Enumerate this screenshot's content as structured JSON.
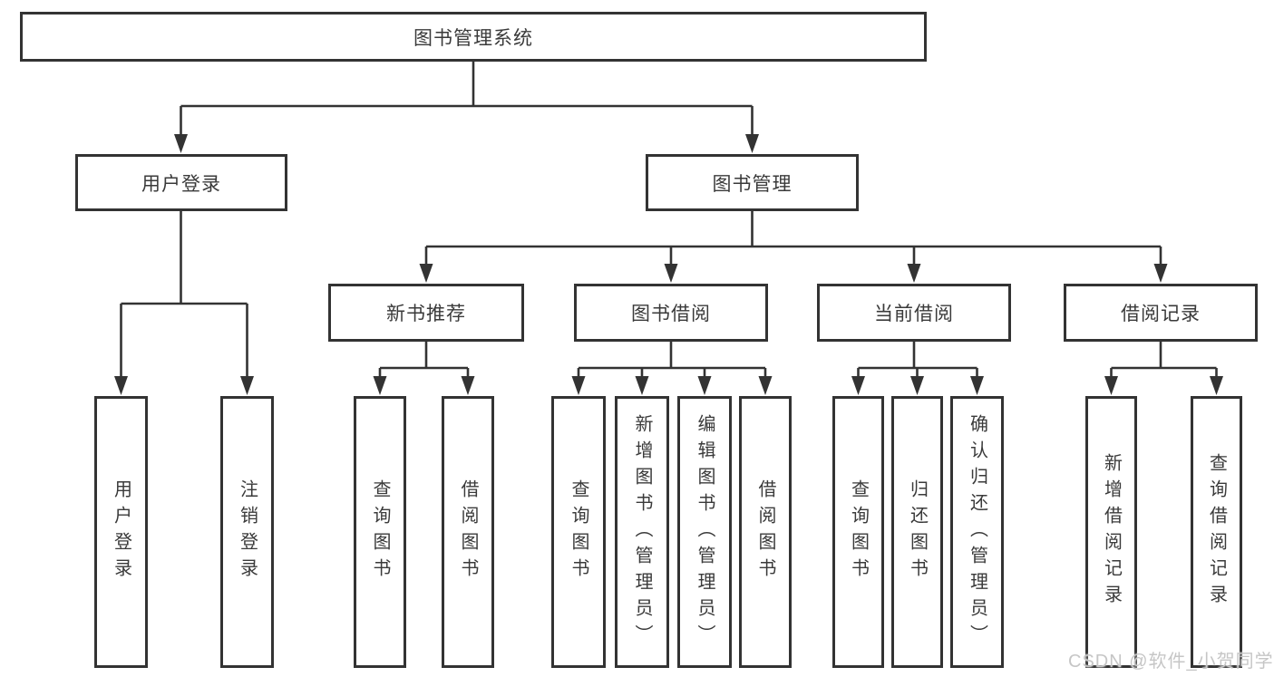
{
  "diagram_type": "hierarchy-tree",
  "tree": {
    "label": "图书管理系统",
    "children": [
      {
        "label": "用户登录",
        "children": [
          {
            "label": "用户登录"
          },
          {
            "label": "注销登录"
          }
        ]
      },
      {
        "label": "图书管理",
        "children": [
          {
            "label": "新书推荐",
            "children": [
              {
                "label": "查询图书"
              },
              {
                "label": "借阅图书"
              }
            ]
          },
          {
            "label": "图书借阅",
            "children": [
              {
                "label": "查询图书"
              },
              {
                "label": "新增图书（管理员）"
              },
              {
                "label": "编辑图书（管理员）"
              },
              {
                "label": "借阅图书"
              }
            ]
          },
          {
            "label": "当前借阅",
            "children": [
              {
                "label": "查询图书"
              },
              {
                "label": "归还图书"
              },
              {
                "label": "确认归还（管理员）"
              }
            ]
          },
          {
            "label": "借阅记录",
            "children": [
              {
                "label": "新增借阅记录"
              },
              {
                "label": "查询借阅记录"
              }
            ]
          }
        ]
      }
    ]
  },
  "watermark": {
    "text": "CSDN @软件_小贺同学"
  },
  "colors": {
    "line": "#333333",
    "box_border": "#333333",
    "text": "#3a3a3a",
    "background": "#ffffff",
    "watermark": "#c6c6c6"
  }
}
